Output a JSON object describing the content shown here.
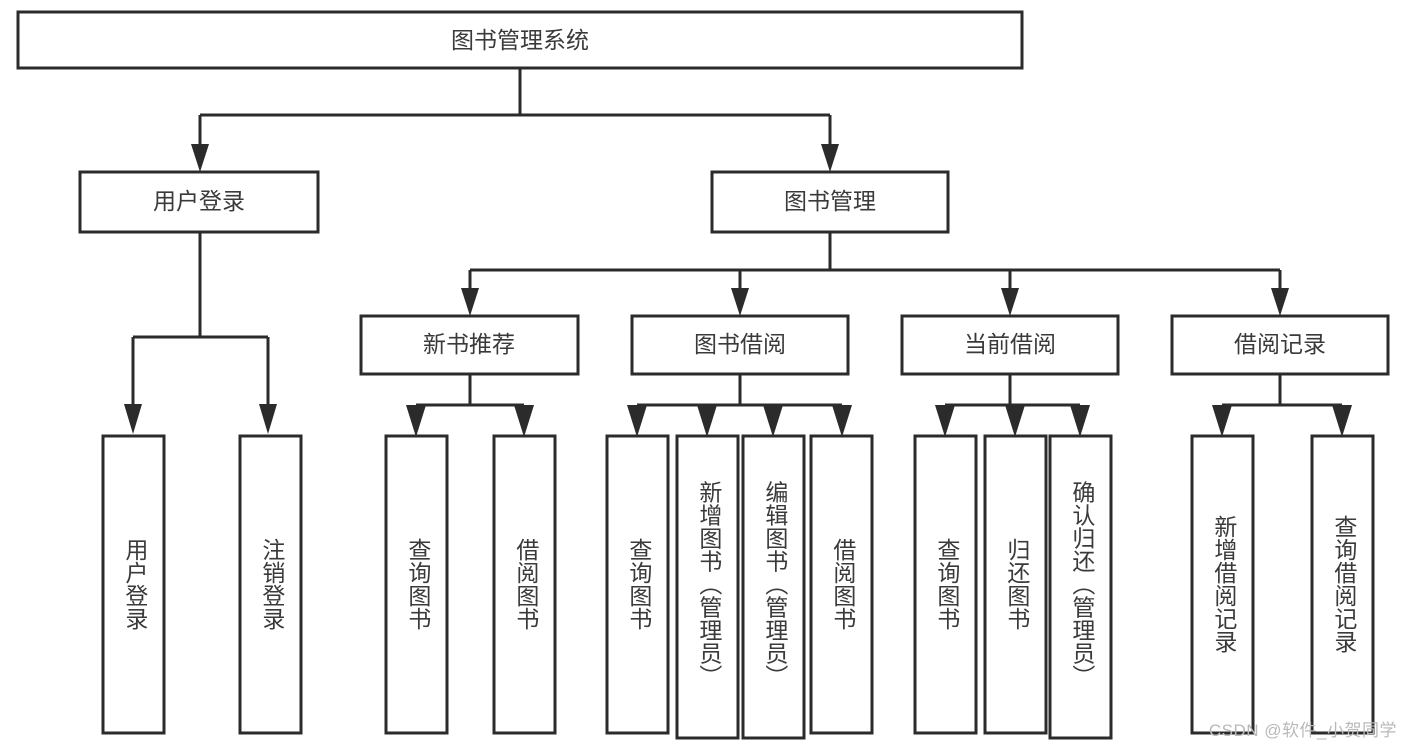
{
  "diagram": {
    "type": "tree-hierarchy",
    "title": "图书管理系统",
    "watermark": "CSDN @软件_小贺同学",
    "colors": {
      "stroke": "#2b2b2b",
      "fill": "#ffffff",
      "text": "#3a3a3a",
      "watermark": "#b9b9b9",
      "background": "#ffffff"
    },
    "levels": {
      "root": {
        "label": "图书管理系统"
      },
      "level1": [
        {
          "id": "user-login",
          "label": "用户登录"
        },
        {
          "id": "book-management",
          "label": "图书管理"
        }
      ],
      "level2": [
        {
          "id": "new-book-recommend",
          "label": "新书推荐",
          "parent": "book-management"
        },
        {
          "id": "book-borrow",
          "label": "图书借阅",
          "parent": "book-management"
        },
        {
          "id": "current-borrow",
          "label": "当前借阅",
          "parent": "book-management"
        },
        {
          "id": "borrow-record",
          "label": "借阅记录",
          "parent": "book-management"
        }
      ],
      "leaves": [
        {
          "id": "leaf-user-login",
          "label": "用户登录",
          "parent": "user-login"
        },
        {
          "id": "leaf-logout",
          "label": "注销登录",
          "parent": "user-login"
        },
        {
          "id": "leaf-query-book-1",
          "label": "查询图书",
          "parent": "new-book-recommend"
        },
        {
          "id": "leaf-borrow-book-1",
          "label": "借阅图书",
          "parent": "new-book-recommend"
        },
        {
          "id": "leaf-query-book-2",
          "label": "查询图书",
          "parent": "book-borrow"
        },
        {
          "id": "leaf-add-book",
          "label": "新增图书（管理员）",
          "parent": "book-borrow"
        },
        {
          "id": "leaf-edit-book",
          "label": "编辑图书（管理员）",
          "parent": "book-borrow"
        },
        {
          "id": "leaf-borrow-book-2",
          "label": "借阅图书",
          "parent": "book-borrow"
        },
        {
          "id": "leaf-query-book-3",
          "label": "查询图书",
          "parent": "current-borrow"
        },
        {
          "id": "leaf-return-book",
          "label": "归还图书",
          "parent": "current-borrow"
        },
        {
          "id": "leaf-confirm-return",
          "label": "确认归还（管理员）",
          "parent": "current-borrow"
        },
        {
          "id": "leaf-add-record",
          "label": "新增借阅记录",
          "parent": "borrow-record"
        },
        {
          "id": "leaf-query-record",
          "label": "查询借阅记录",
          "parent": "borrow-record"
        }
      ]
    }
  }
}
